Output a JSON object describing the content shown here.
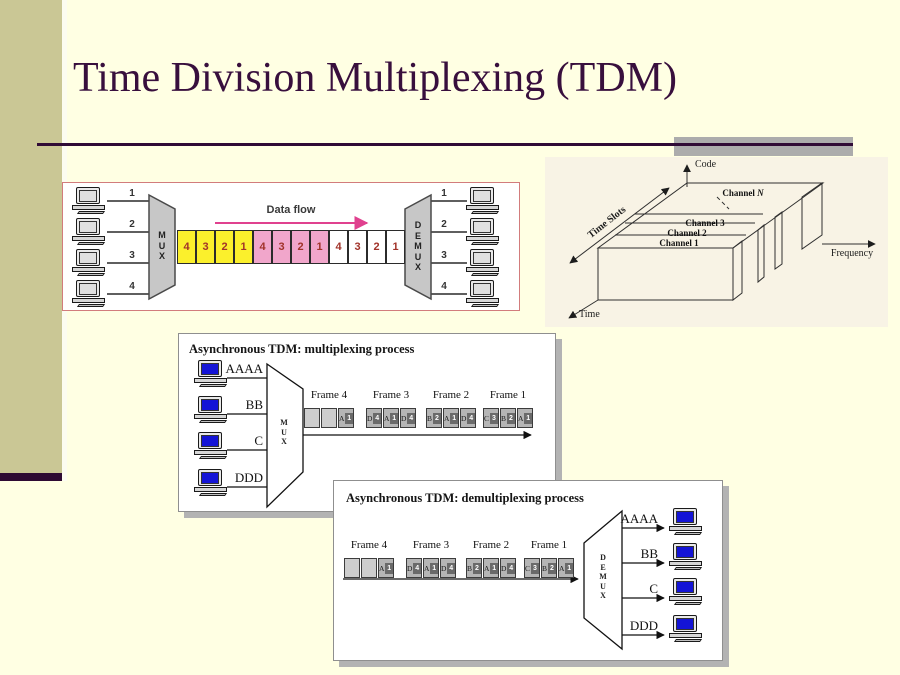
{
  "slide": {
    "title": "Time Division Multiplexing (TDM)"
  },
  "colors": {
    "background": "#FFFFE3",
    "sidebar_olive": "#CAC795",
    "accent_purple": "#300B36",
    "header_bar_gray": "#ACACAC",
    "slot_yellow": "#FBF02C",
    "slot_pink": "#F1A6CB",
    "slot_white": "#FFFFFF",
    "flow_pink": "#E0418F",
    "screen_blue": "#1414D6"
  },
  "tdm_diagram": {
    "data_flow_label": "Data flow",
    "mux_label": "MUX",
    "demux_label": "DEMUX",
    "left_inputs": [
      "1",
      "2",
      "3",
      "4"
    ],
    "right_outputs": [
      "1",
      "2",
      "3",
      "4"
    ],
    "slot_groups": [
      {
        "name": "yellow",
        "slots": [
          "4",
          "3",
          "2",
          "1"
        ]
      },
      {
        "name": "pink",
        "slots": [
          "4",
          "3",
          "2",
          "1"
        ]
      },
      {
        "name": "white",
        "slots": [
          "4",
          "3",
          "2",
          "1"
        ]
      }
    ]
  },
  "spectrum_diagram": {
    "axis_code": "Code",
    "axis_time_slots": "Time Slots",
    "axis_frequency": "Frequency",
    "axis_time": "Time",
    "channels": [
      "Channel 1",
      "Channel 2",
      "Channel 3",
      "Channel N"
    ]
  },
  "mux_panel": {
    "title": "Asynchronous TDM: multiplexing process",
    "mux_label": "MUX",
    "inputs": [
      "AAAA",
      "BB",
      "C",
      "DDD"
    ],
    "frames": [
      {
        "label": "Frame 4",
        "slots": [
          null,
          null,
          {
            "ch": "A",
            "addr": "1"
          }
        ]
      },
      {
        "label": "Frame 3",
        "slots": [
          {
            "ch": "D",
            "addr": "4"
          },
          {
            "ch": "A",
            "addr": "1"
          },
          {
            "ch": "D",
            "addr": "4"
          }
        ]
      },
      {
        "label": "Frame 2",
        "slots": [
          {
            "ch": "B",
            "addr": "2"
          },
          {
            "ch": "A",
            "addr": "1"
          },
          {
            "ch": "D",
            "addr": "4"
          }
        ]
      },
      {
        "label": "Frame 1",
        "slots": [
          {
            "ch": "C",
            "addr": "3"
          },
          {
            "ch": "B",
            "addr": "2"
          },
          {
            "ch": "A",
            "addr": "1"
          }
        ]
      }
    ]
  },
  "demux_panel": {
    "title": "Asynchronous TDM: demultiplexing process",
    "demux_label": "DEMUX",
    "outputs": [
      "AAAA",
      "BB",
      "C",
      "DDD"
    ],
    "frames": [
      {
        "label": "Frame 4",
        "slots": [
          null,
          null,
          {
            "ch": "A",
            "addr": "1"
          }
        ]
      },
      {
        "label": "Frame 3",
        "slots": [
          {
            "ch": "D",
            "addr": "4"
          },
          {
            "ch": "A",
            "addr": "1"
          },
          {
            "ch": "D",
            "addr": "4"
          }
        ]
      },
      {
        "label": "Frame 2",
        "slots": [
          {
            "ch": "B",
            "addr": "2"
          },
          {
            "ch": "A",
            "addr": "1"
          },
          {
            "ch": "D",
            "addr": "4"
          }
        ]
      },
      {
        "label": "Frame 1",
        "slots": [
          {
            "ch": "C",
            "addr": "3"
          },
          {
            "ch": "B",
            "addr": "2"
          },
          {
            "ch": "A",
            "addr": "1"
          }
        ]
      }
    ]
  }
}
